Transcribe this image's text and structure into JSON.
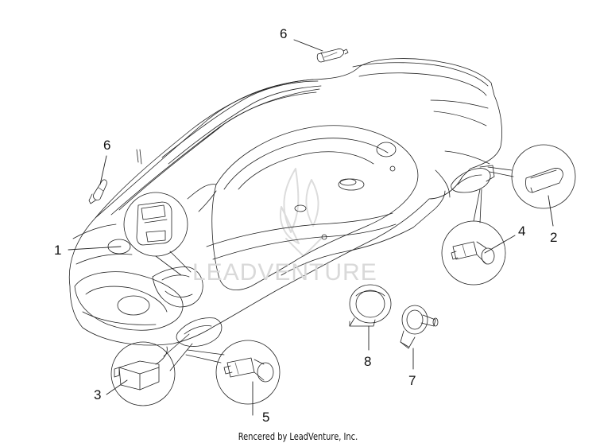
{
  "callouts": [
    {
      "id": "1",
      "label": "1"
    },
    {
      "id": "2",
      "label": "2"
    },
    {
      "id": "3",
      "label": "3"
    },
    {
      "id": "4",
      "label": "4"
    },
    {
      "id": "5",
      "label": "5"
    },
    {
      "id": "6a",
      "label": "6"
    },
    {
      "id": "6b",
      "label": "6"
    },
    {
      "id": "7",
      "label": "7"
    },
    {
      "id": "8",
      "label": "8"
    }
  ],
  "watermark": "LEADVENTURE",
  "footer": {
    "credit": "Rencered by LeadVenture, Inc."
  },
  "colors": {
    "line": "#222222",
    "faint": "#9a9a9a",
    "watermark": "#d9d9d9",
    "background": "#ffffff"
  }
}
